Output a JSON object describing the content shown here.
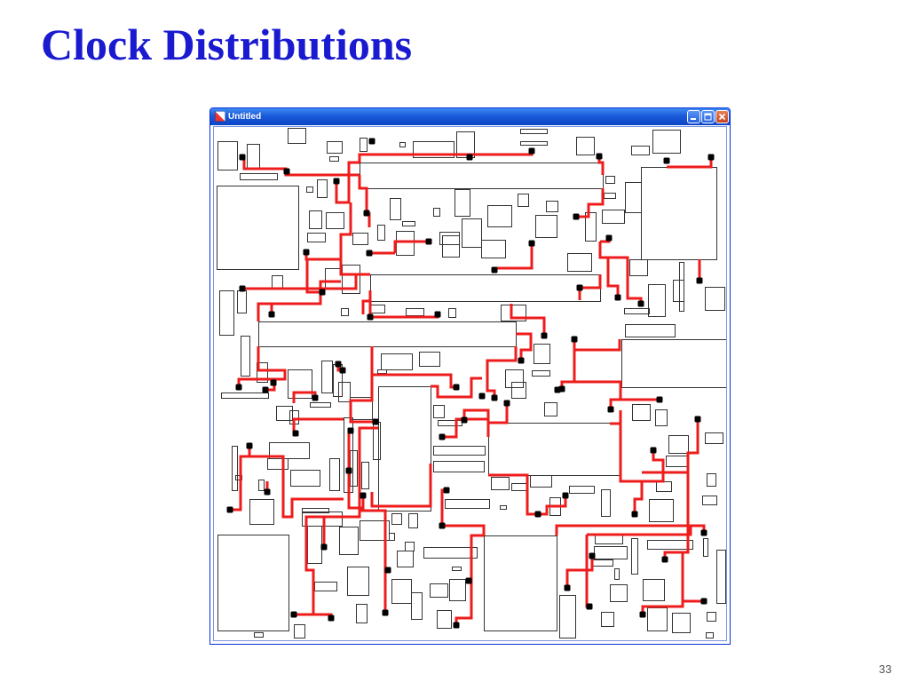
{
  "slide": {
    "title": "Clock Distributions",
    "page_number": "33"
  },
  "window": {
    "title": "Untitled",
    "icon": "app-icon",
    "controls": [
      "minimize-icon",
      "maximize-icon",
      "close-icon"
    ]
  },
  "colors": {
    "title_text": "#1a1ad0",
    "wire": "#ee1c1c",
    "pin": "#000000",
    "block_outline": "#333333",
    "window_frame": "#0a45c6",
    "close_button": "#d9542c"
  }
}
